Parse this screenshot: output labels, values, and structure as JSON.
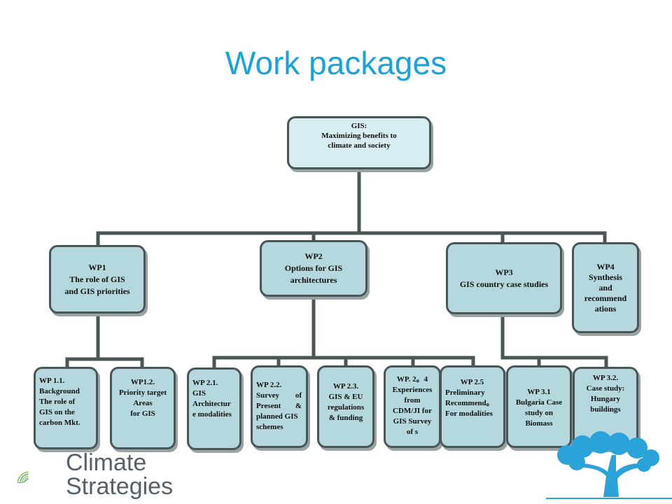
{
  "title": "Work packages",
  "root": {
    "lines": [
      "GIS:",
      "Maximizing benefits to",
      "climate and society"
    ]
  },
  "wp1": {
    "lines": [
      "WP1",
      "The role of GIS",
      "and GIS priorities"
    ]
  },
  "wp2": {
    "lines": [
      "WP2",
      "Options for GIS",
      "architectures"
    ]
  },
  "wp3": {
    "lines": [
      "WP3",
      "GIS country case studies"
    ]
  },
  "wp4": {
    "lines": [
      "WP4",
      "Synthesis",
      "and",
      "recommend",
      "ations"
    ]
  },
  "wp11": {
    "lines": [
      "WP 1.1.",
      "Background",
      "The role of",
      "GIS on the",
      "carbon Mkt."
    ]
  },
  "wp12": {
    "lines": [
      "WP1.2.",
      "Priority target",
      "Areas",
      "for GIS"
    ]
  },
  "wp21": {
    "lines": [
      "WP 2.1.",
      "GIS",
      "Architectur",
      "e modalities"
    ]
  },
  "wp22": {
    "lines": [
      "WP 2.2.",
      "Survey of",
      "Present &",
      "planned GIS",
      "schemes"
    ]
  },
  "wp23": {
    "lines": [
      "WP 2.3.",
      "GIS & EU",
      "regulations",
      "& funding"
    ]
  },
  "wp24": {
    "lines": [
      "WP. 2。4",
      "Experiences",
      "from",
      "CDM/JI for",
      "GIS Survey",
      "of s"
    ]
  },
  "wp25": {
    "lines": [
      "WP 2.5",
      "Preliminary",
      "Recommend。",
      "For modalities"
    ]
  },
  "wp31": {
    "lines": [
      "WP 3.1",
      "Bulgaria Case",
      "study on",
      "Biomass"
    ]
  },
  "wp32": {
    "lines": [
      "WP 3.2.",
      "Case study:",
      "Hungary",
      "buildings"
    ]
  },
  "logo": {
    "line1": "Climate",
    "line2": "Strategies",
    "icon": "leaf-swirl-icon"
  },
  "decor": {
    "tree_icon": "tree-icon",
    "tree_color": "#2aa3d8"
  },
  "colors": {
    "title": "#18a3d9",
    "node_fill": "#b5d7de",
    "root_fill": "#d7edf1",
    "connector": "#4a5656"
  }
}
